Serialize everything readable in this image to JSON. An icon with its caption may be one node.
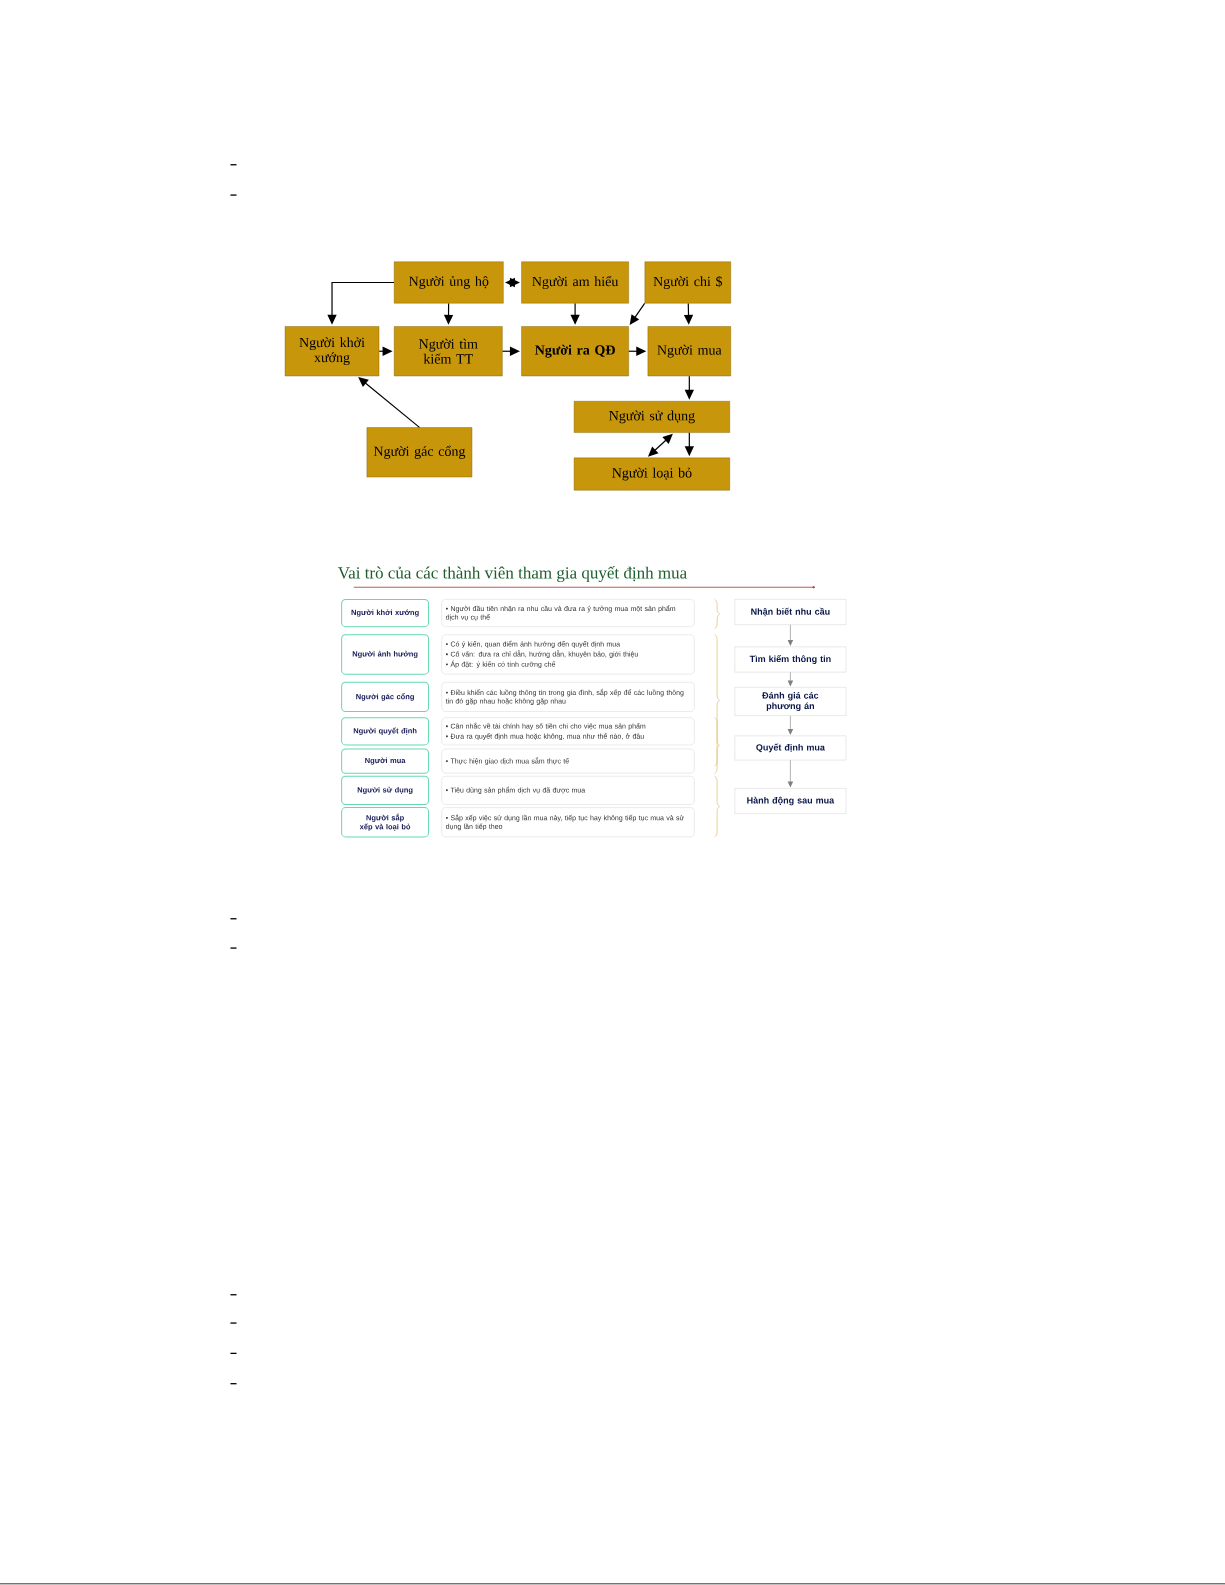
{
  "diagram": {
    "title": "Vai trò của các thành viên tham gia quyết định mua",
    "nodes": [
      {
        "text": [
          "Người ủng hộ"
        ]
      },
      {
        "text": [
          "Người am hiểu"
        ]
      },
      {
        "text": [
          "Người chi $"
        ]
      },
      {
        "text": [
          "Người khởi xướng"
        ]
      },
      {
        "text": [
          "Người tìm kiếm TT"
        ]
      },
      {
        "text": [
          "Người ra QĐ"
        ]
      },
      {
        "text": [
          "Người mua"
        ]
      },
      {
        "text": [
          "Người sử dụng"
        ]
      },
      {
        "text": [
          "Người gác cổng"
        ]
      },
      {
        "text": [
          "Người loại bỏ"
        ]
      },
      {
        "text": [
          "Người khởi xướng"
        ]
      },
      {
        "text": [
          "Người ảnh hưởng"
        ]
      },
      {
        "text": [
          "Người gác cổng"
        ]
      },
      {
        "text": [
          "Người quyết định"
        ]
      },
      {
        "text": [
          "Người mua"
        ]
      },
      {
        "text": [
          "Người sử dụng"
        ]
      },
      {
        "text": [
          "Người sắp xếp và loại bỏ"
        ]
      },
      {
        "text": [
          "• Người đầu tiên nhận ra nhu cầu và đưa ra ý tưởng mua một sản phẩm dịch vụ cụ thể"
        ]
      },
      {
        "text": [
          "• Có ý kiến, quan điểm ảnh hưởng đến quyết định mua",
          "• Cố vấn: đưa ra chỉ dẫn, hướng dẫn, khuyên bảo, giới thiệu",
          "• Áp đặt: ý kiến có tính cưỡng chế"
        ]
      },
      {
        "text": [
          "• Điều khiển các luồng thông tin trong gia đình, sắp xếp để các luồng thông tin đó gặp nhau hoặc không gặp nhau"
        ]
      },
      {
        "text": [
          "• Cân nhắc về tài chính hay số tiền chi cho việc mua sản phẩm",
          "• Đưa ra quyết định mua hoặc không, mua như thế nào, ở đâu"
        ]
      },
      {
        "text": [
          "• Thực hiện giao dịch mua sắm thực tế"
        ]
      },
      {
        "text": [
          "• Tiêu dùng sản phẩm dịch vụ đã được mua"
        ]
      },
      {
        "text": [
          "• Sắp xếp việc sử dụng lần mua này, tiếp tục hay không tiếp tục mua và sử dụng lần tiếp theo"
        ]
      },
      {
        "text": [
          "Nhận biết nhu cầu"
        ]
      },
      {
        "text": [
          "Tìm kiếm thông tin"
        ]
      },
      {
        "text": [
          "Đánh giá các phương án"
        ]
      },
      {
        "text": [
          "Quyết định mua"
        ]
      },
      {
        "text": [
          "Hành động sau mua"
        ]
      }
    ],
    "edges": [
      {
        "from": 0,
        "to": 3,
        "arrow": "to"
      },
      {
        "from": 0,
        "to": 4,
        "arrow": "to"
      },
      {
        "from": 0,
        "to": 1,
        "arrow": "both"
      },
      {
        "from": 1,
        "to": 5,
        "arrow": "to"
      },
      {
        "from": 2,
        "to": 5,
        "arrow": "to"
      },
      {
        "from": 2,
        "to": 6,
        "arrow": "to"
      },
      {
        "from": 3,
        "to": 4,
        "arrow": "to"
      },
      {
        "from": 4,
        "to": 5,
        "arrow": "to"
      },
      {
        "from": 5,
        "to": 6,
        "arrow": "to"
      },
      {
        "from": 6,
        "to": 7,
        "arrow": "to"
      },
      {
        "from": 8,
        "to": 3,
        "arrow": "to"
      },
      {
        "from": 7,
        "to": 9,
        "arrow": "to"
      },
      {
        "from": 9,
        "to": 7,
        "arrow": "both"
      },
      {
        "from": 24,
        "to": 25,
        "arrow": "to",
        "color": "#808080"
      },
      {
        "from": 25,
        "to": 26,
        "arrow": "to",
        "color": "#808080"
      },
      {
        "from": 26,
        "to": 27,
        "arrow": "to",
        "color": "#808080"
      },
      {
        "from": 27,
        "to": 28,
        "arrow": "to",
        "color": "#808080"
      }
    ]
  }
}
